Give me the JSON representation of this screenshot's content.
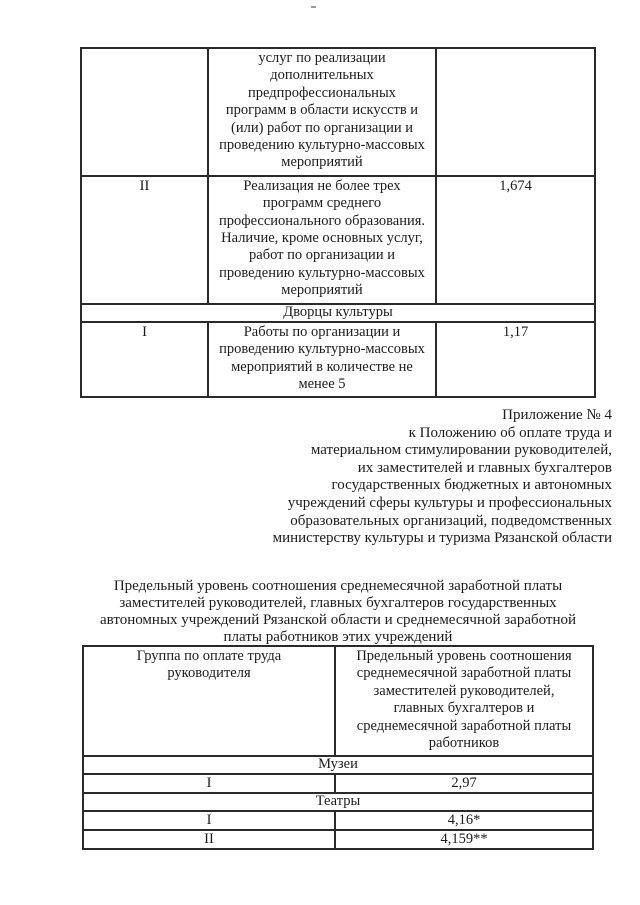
{
  "colors": {
    "page": "#ffffff",
    "ink": "#1c1c1c",
    "border": "#2a2a2a"
  },
  "table1": {
    "rows_top": [
      {
        "group": "",
        "service": "услуг по реализации\nдополнительных\nпредпрофессиональных\nпрограмм в области искусств и\n(или) работ по организации и\nпроведению культурно-массовых\nмероприятий",
        "value": ""
      },
      {
        "group": "II",
        "service": "Реализация не более трех\nпрограмм среднего\nпрофессионального образования.\nНаличие, кроме основных услуг,\nработ по организации и\nпроведению культурно-массовых\nмероприятий",
        "value": "1,674"
      }
    ],
    "section_label": "Дворцы культуры",
    "rows_bottom": [
      {
        "group": "I",
        "service": "Работы по организации и\nпроведению культурно-массовых\nмероприятий в количестве не\nменее 5",
        "value": "1,17"
      }
    ]
  },
  "annex": {
    "text": "Приложение № 4\nк Положению об оплате труда и\nматериальном стимулировании руководителей,\nих заместителей и главных бухгалтеров\nгосударственных бюджетных и автономных\nучреждений сферы культуры и профессиональных\nобразовательных организаций, подведомственных\nминистерству культуры и туризма Рязанской области"
  },
  "table2": {
    "title": "Предельный уровень соотношения среднемесячной заработной платы\nзаместителей руководителей, главных бухгалтеров государственных\nавтономных учреждений Рязанской области и среднемесячной заработной\nплаты работников этих учреждений",
    "header": {
      "col1": "Группа по оплате труда\nруководителя",
      "col2": "Предельный уровень соотношения\nсреднемесячной заработной платы\nзаместителей руководителей,\nглавных бухгалтеров и\nсреднемесячной заработной платы\nработников"
    },
    "sections": [
      {
        "name": "Музеи",
        "rows": [
          {
            "group": "I",
            "value": "2,97"
          }
        ]
      },
      {
        "name": "Театры",
        "rows": [
          {
            "group": "I",
            "value": "4,16*"
          },
          {
            "group": "II",
            "value": "4,159**"
          }
        ]
      }
    ]
  }
}
